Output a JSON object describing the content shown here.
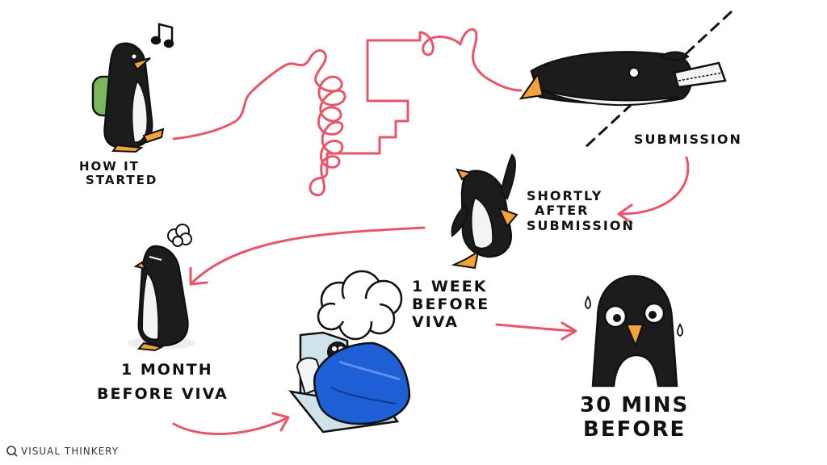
{
  "labels": {
    "how_it_started": [
      "HOW IT",
      "STARTED"
    ],
    "submission": "SUBMISSION",
    "shortly_after": [
      "SHORTLY",
      "AFTER",
      "SUBMISSION"
    ],
    "one_month": [
      "1 MONTH",
      "BEFORE VIVA"
    ],
    "one_week": [
      "1 WEEK",
      "BEFORE",
      "VIVA"
    ],
    "thirty_mins": [
      "30 MINS",
      "BEFORE"
    ]
  },
  "credit": "VISUAL THINKERY",
  "icons": {
    "music_note": "music-note-icon",
    "credit_logo": "visual-thinkery-logo-icon"
  },
  "colors": {
    "path_line": "#e8566a",
    "penguin_body": "#1c1c1c",
    "penguin_belly": "#f4f4f4",
    "beak_feet": "#f2a23a",
    "backpack": "#7ab85a",
    "blanket": "#1f5fd6",
    "pillow": "#cfe2ea"
  }
}
